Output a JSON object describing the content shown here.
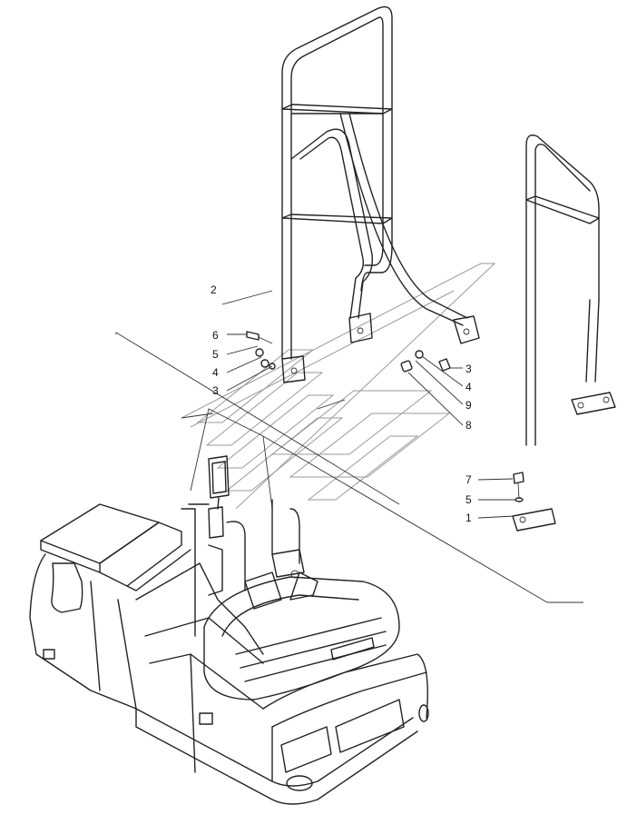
{
  "callouts": [
    {
      "id": "c2a",
      "text": "2"
    },
    {
      "id": "c6",
      "text": "6"
    },
    {
      "id": "c5a",
      "text": "5"
    },
    {
      "id": "c4a",
      "text": "4"
    },
    {
      "id": "c3a",
      "text": "3"
    },
    {
      "id": "c3b",
      "text": "3"
    },
    {
      "id": "c4b",
      "text": "4"
    },
    {
      "id": "c9",
      "text": "9"
    },
    {
      "id": "c8",
      "text": "8"
    },
    {
      "id": "c7",
      "text": "7"
    },
    {
      "id": "c5b",
      "text": "5"
    },
    {
      "id": "c1",
      "text": "1"
    }
  ]
}
